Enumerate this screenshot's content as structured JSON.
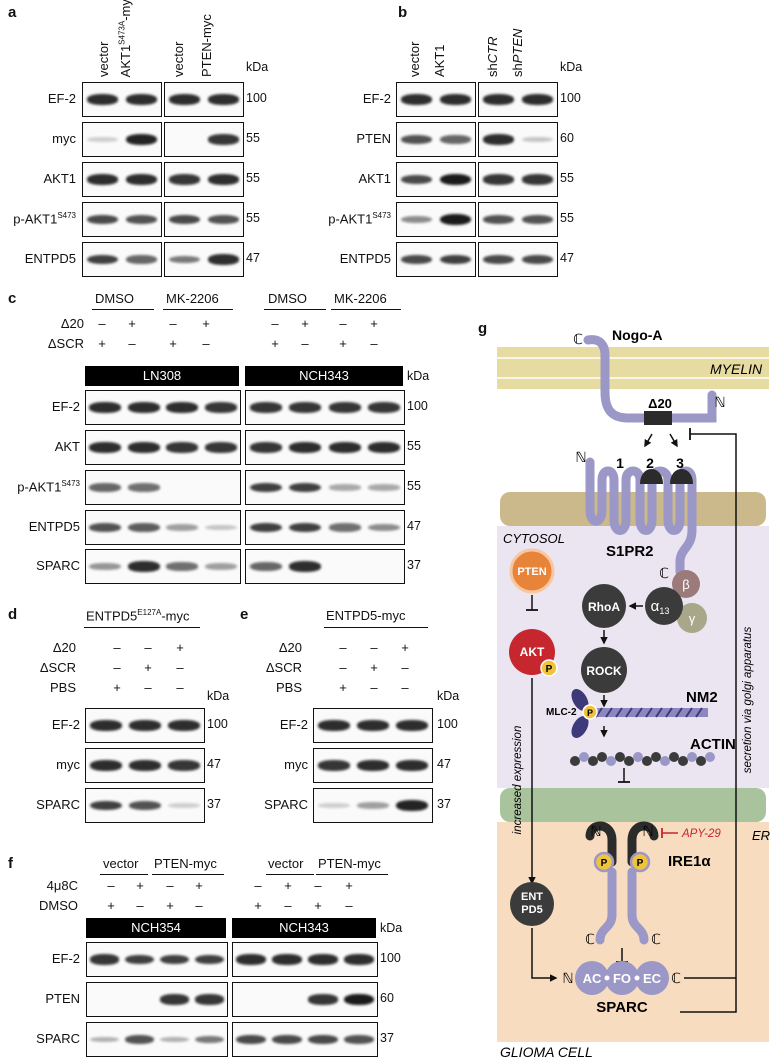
{
  "panels": {
    "a": {
      "label": "a",
      "lanes": [
        "vector",
        "AKT1",
        "S473A",
        "-myc",
        "vector",
        "PTEN-myc"
      ],
      "kda_header": "kDa",
      "rows": [
        {
          "name": "EF-2",
          "kda": "100"
        },
        {
          "name": "myc",
          "kda": "55"
        },
        {
          "name": "AKT1",
          "kda": "55"
        },
        {
          "name": "p-AKT1",
          "sup": "S473",
          "kda": "55"
        },
        {
          "name": "ENTPD5",
          "kda": "47"
        }
      ]
    },
    "b": {
      "label": "b",
      "lanes": [
        "vector",
        "AKT1",
        "sh",
        "CTR",
        "sh",
        "PTEN"
      ],
      "kda_header": "kDa",
      "rows": [
        {
          "name": "EF-2",
          "kda": "100"
        },
        {
          "name": "PTEN",
          "kda": "60"
        },
        {
          "name": "AKT1",
          "kda": "55"
        },
        {
          "name": "p-AKT1",
          "sup": "S473",
          "kda": "55"
        },
        {
          "name": "ENTPD5",
          "kda": "47"
        }
      ]
    },
    "c": {
      "label": "c",
      "groups": [
        "DMSO",
        "MK-2206",
        "DMSO",
        "MK-2206"
      ],
      "cond1": "Δ20",
      "cond2": "ΔSCR",
      "signs1": [
        "–",
        "+",
        "–",
        "+",
        "–",
        "+",
        "–",
        "+"
      ],
      "signs2": [
        "+",
        "–",
        "+",
        "–",
        "+",
        "–",
        "+",
        "–"
      ],
      "cells": [
        "LN308",
        "NCH343"
      ],
      "kda_header": "kDa",
      "rows": [
        {
          "name": "EF-2",
          "kda": "100"
        },
        {
          "name": "AKT",
          "kda": "55"
        },
        {
          "name": "p-AKT1",
          "sup": "S473",
          "kda": "55"
        },
        {
          "name": "ENTPD5",
          "kda": "47"
        },
        {
          "name": "SPARC",
          "kda": "37"
        }
      ]
    },
    "d": {
      "label": "d",
      "title": "ENTPD5",
      "title_sup": "E127A",
      "title_suffix": "-myc",
      "conds": [
        "Δ20",
        "ΔSCR",
        "PBS"
      ],
      "signs": [
        [
          "–",
          "–",
          "+"
        ],
        [
          "–",
          "+",
          "–"
        ],
        [
          "+",
          "–",
          "–"
        ]
      ],
      "kda_header": "kDa",
      "rows": [
        {
          "name": "EF-2",
          "kda": "100"
        },
        {
          "name": "myc",
          "kda": "47"
        },
        {
          "name": "SPARC",
          "kda": "37"
        }
      ]
    },
    "e": {
      "label": "e",
      "title": "ENTPD5-myc",
      "conds": [
        "Δ20",
        "ΔSCR",
        "PBS"
      ],
      "signs": [
        [
          "–",
          "–",
          "+"
        ],
        [
          "–",
          "+",
          "–"
        ],
        [
          "+",
          "–",
          "–"
        ]
      ],
      "kda_header": "kDa",
      "rows": [
        {
          "name": "EF-2",
          "kda": "100"
        },
        {
          "name": "myc",
          "kda": "47"
        },
        {
          "name": "SPARC",
          "kda": "37"
        }
      ]
    },
    "f": {
      "label": "f",
      "groups": [
        "vector",
        "PTEN-myc",
        "vector",
        "PTEN-myc"
      ],
      "cond1": "4μ8C",
      "cond2": "DMSO",
      "signs1": [
        "–",
        "+",
        "–",
        "+",
        "–",
        "+",
        "–",
        "+"
      ],
      "signs2": [
        "+",
        "–",
        "+",
        "–",
        "+",
        "–",
        "+",
        "–"
      ],
      "cells": [
        "NCH354",
        "NCH343"
      ],
      "kda_header": "kDa",
      "rows": [
        {
          "name": "EF-2",
          "kda": "100"
        },
        {
          "name": "PTEN",
          "kda": "60"
        },
        {
          "name": "SPARC",
          "kda": "37"
        }
      ]
    },
    "g": {
      "label": "g",
      "nogo": "Nogo-A",
      "myelin": "MYELIN",
      "delta20": "Δ20",
      "c_term": "ℂ",
      "n_term": "ℕ",
      "loops": [
        "1",
        "2",
        "3"
      ],
      "cytosol": "CYTOSOL",
      "s1pr2": "S1PR2",
      "pten": "PTEN",
      "akt": "AKT",
      "p": "P",
      "rhoa": "RhoA",
      "alpha": "α",
      "alpha_sub": "13",
      "beta": "β",
      "gamma": "γ",
      "rock": "ROCK",
      "nm2": "NM2",
      "mlc2": "MLC-2",
      "actin": "ACTIN",
      "ire1a": "IRE1α",
      "apy29": "APY-29",
      "increased_expression": "increased expression",
      "secretion": "secretion via golgi apparatus",
      "er": "ER",
      "ent": "ENT",
      "pd5": "PD5",
      "sparc_domains": [
        "AC",
        "FO",
        "EC"
      ],
      "sparc": "SPARC",
      "glioma": "GLIOMA CELL"
    }
  },
  "colors": {
    "myelin": "#e6dba0",
    "membrane": "#cbb98c",
    "cytosol": "#ebe5f2",
    "er_membrane": "#a9c39c",
    "er_lumen": "#f8dcc0",
    "receptor": "#9b97c6",
    "pten": "#e8833a",
    "akt": "#c6262e",
    "phospho": "#f0c33c",
    "dark_node": "#3b3b3b",
    "beta": "#9c7a7a",
    "gamma": "#a8a78a",
    "inhibitor": "#c6262e"
  }
}
